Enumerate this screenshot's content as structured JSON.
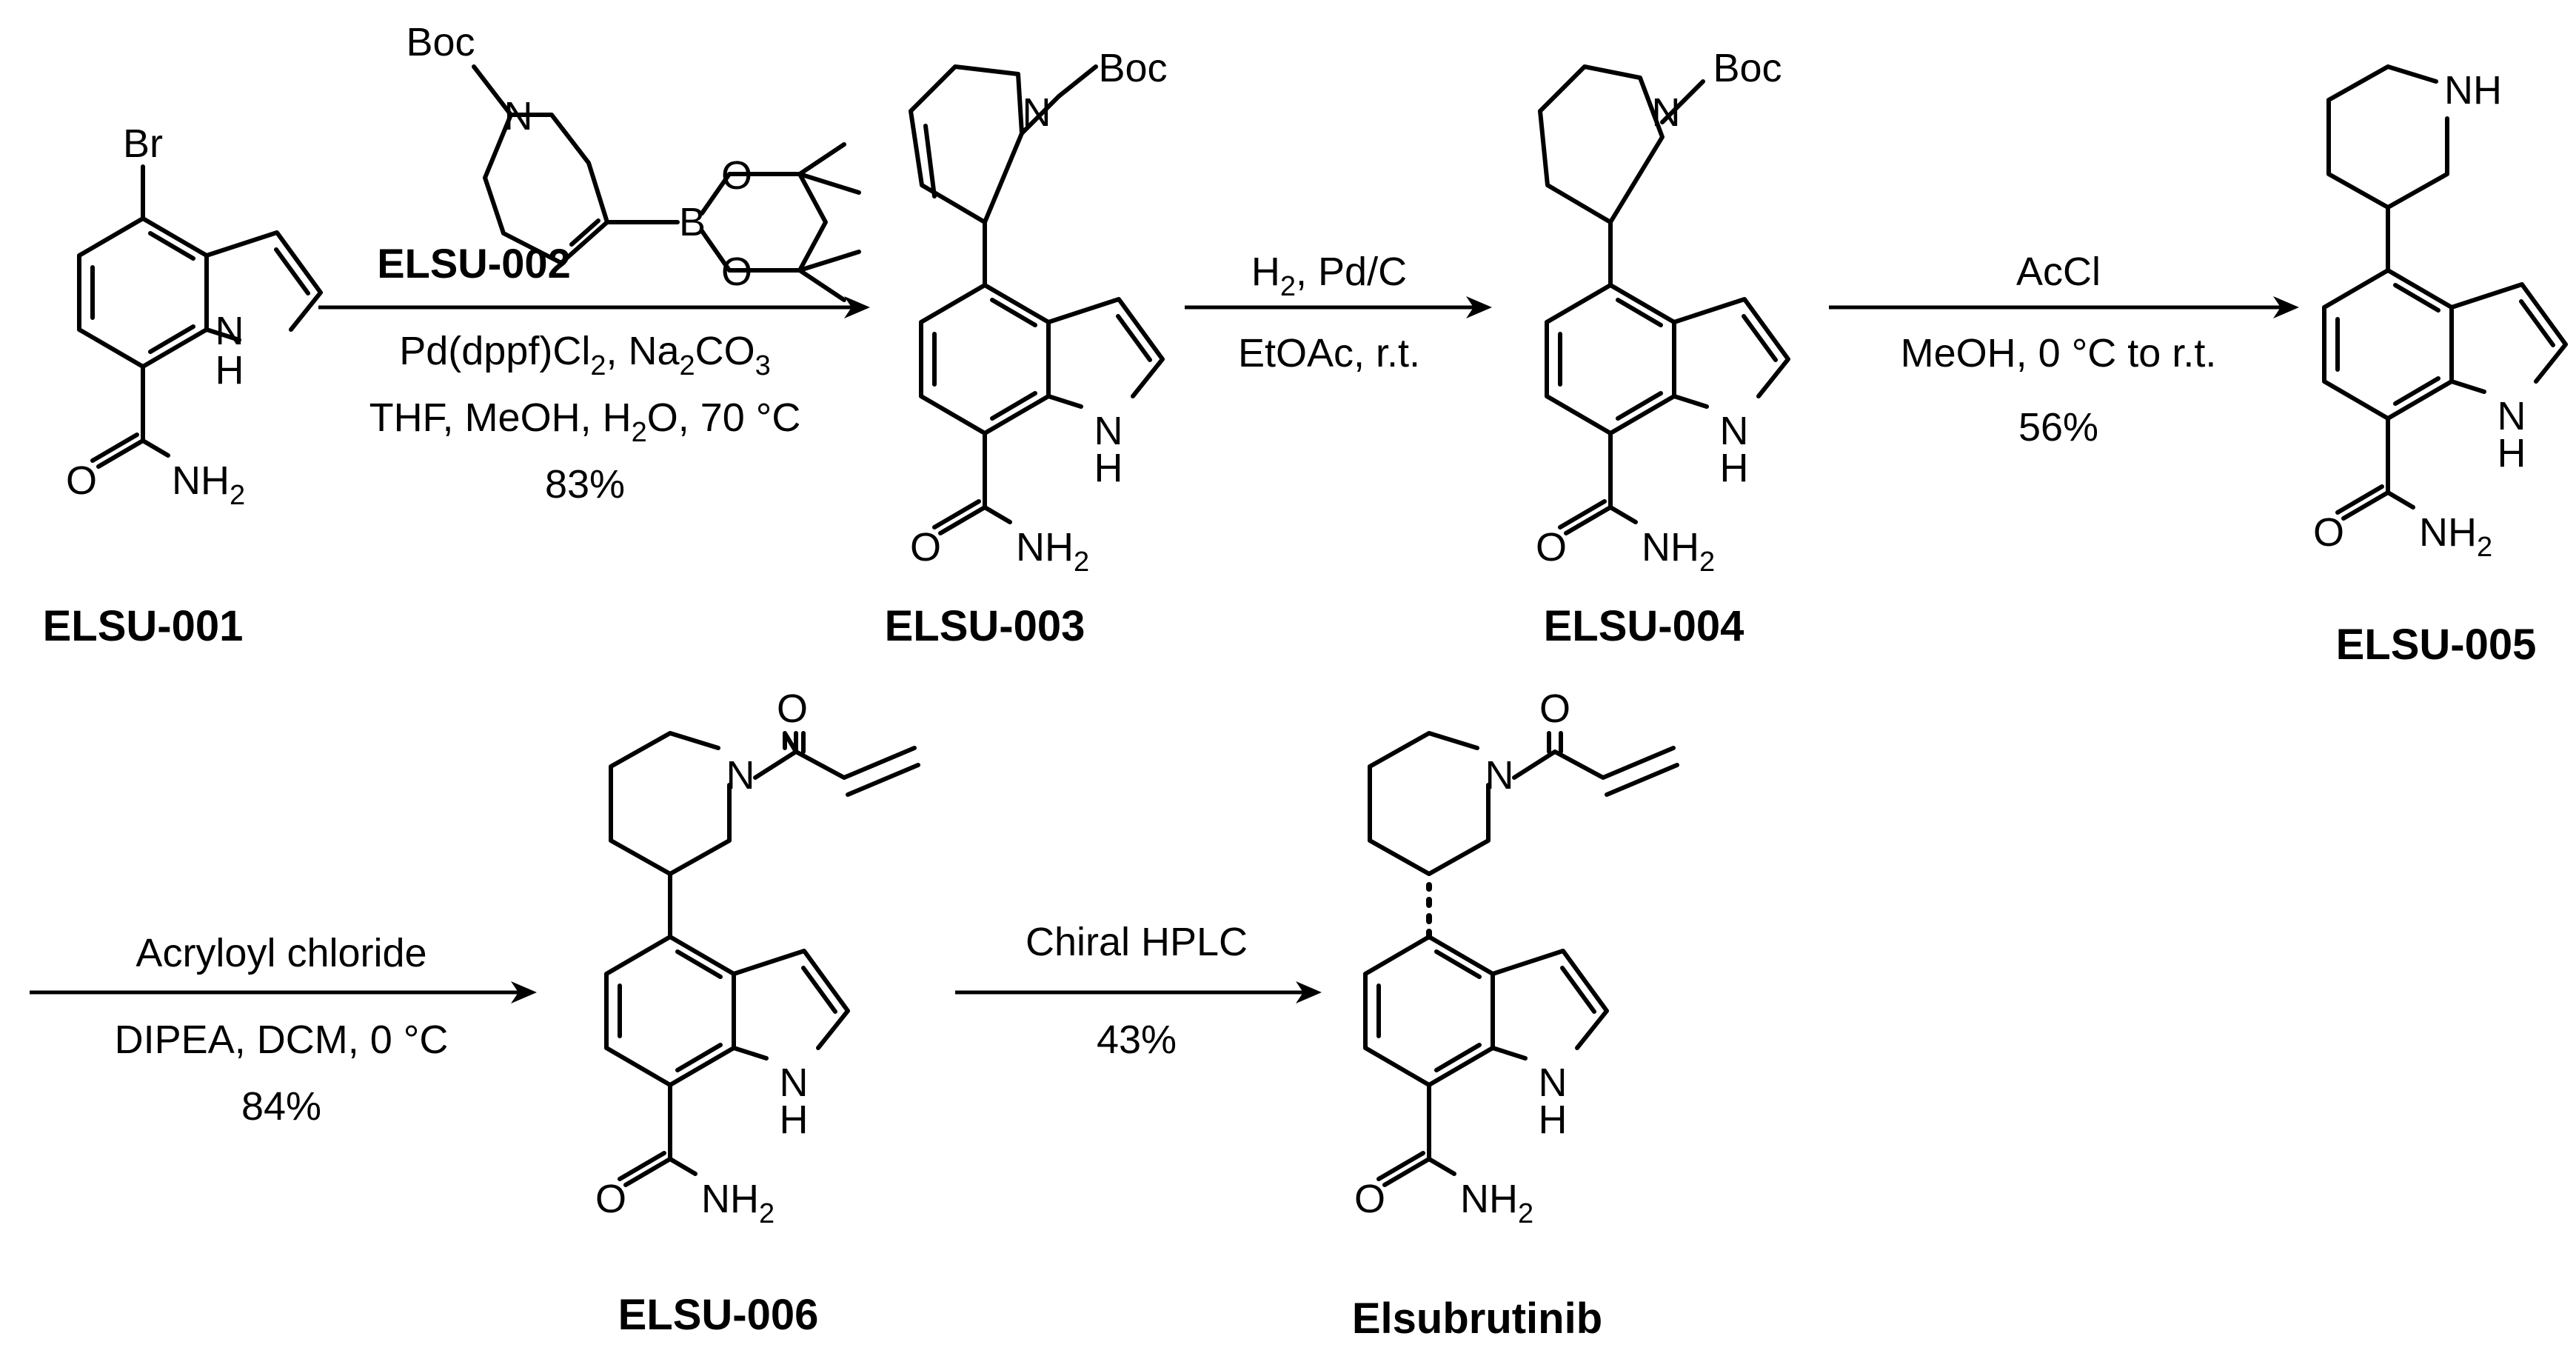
{
  "atoms": {
    "br": "Br",
    "n": "N",
    "h": "H",
    "o": "O",
    "b": "B",
    "boc": "Boc",
    "nh": "NH",
    "nh2": "NH",
    "nh2_sub": "2"
  },
  "compounds": {
    "c001": "ELSU-001",
    "c002": "ELSU-002",
    "c003": "ELSU-003",
    "c004": "ELSU-004",
    "c005": "ELSU-005",
    "c006": "ELSU-006",
    "final": "Elsubrutinib"
  },
  "steps": {
    "s1": {
      "line1_a": "Pd(dppf)Cl",
      "line1_sub1": "2",
      "line1_b": ", Na",
      "line1_sub2": "2",
      "line1_c": "CO",
      "line1_sub3": "3",
      "line2_a": "THF,  MeOH, H",
      "line2_sub": "2",
      "line2_b": "O, 70 °C",
      "yield": "83%"
    },
    "s2": {
      "line1_a": "H",
      "line1_sub": "2",
      "line1_b": ", Pd/C",
      "line2": "EtOAc, r.t."
    },
    "s3": {
      "line1": "AcCl",
      "line2": "MeOH, 0 °C to r.t.",
      "yield": "56%"
    },
    "s4": {
      "line1": "Acryloyl chloride",
      "line2": "DIPEA, DCM, 0 °C",
      "yield": "84%"
    },
    "s5": {
      "line1": "Chiral HPLC",
      "yield": "43%"
    }
  }
}
